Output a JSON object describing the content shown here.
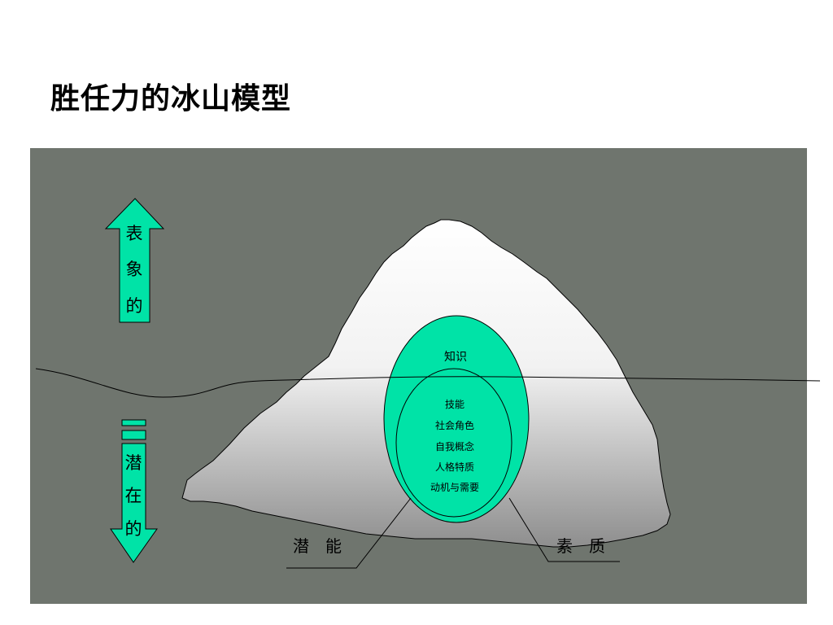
{
  "title": "胜任力的冰山模型",
  "colors": {
    "panel": "#6F756E",
    "accent": "#00E3A7",
    "line": "#000000",
    "iceTop": "#FFFFFF",
    "iceBottom": "#8E8E8E"
  },
  "arrows": {
    "up": [
      "表",
      "象",
      "的"
    ],
    "down": [
      "潜",
      "在",
      "的"
    ]
  },
  "layers": {
    "outer": "知识",
    "inner": [
      "技能",
      "社会角色",
      "自我概念",
      "人格特质",
      "动机与需要"
    ]
  },
  "callouts": {
    "left": "潜　能",
    "right": "素　质"
  }
}
